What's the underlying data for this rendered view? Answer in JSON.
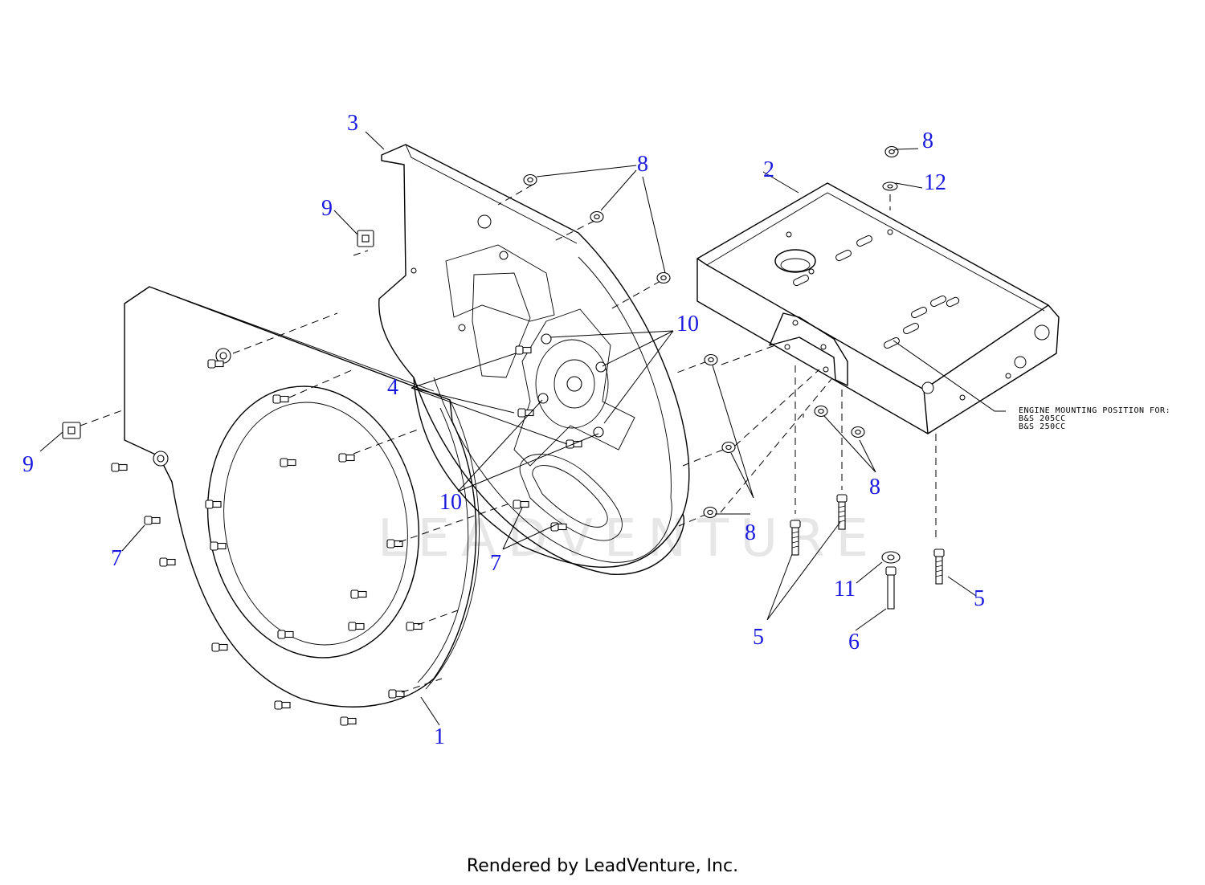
{
  "diagram": {
    "watermark": "LEADVENTURE",
    "accent_color": "#1a1adf",
    "line_color": "#000000",
    "engine_note": [
      "ENGINE MOUNTING POSITION FOR:",
      "B&S 205CC",
      "B&S 250CC"
    ],
    "callouts": {
      "c1": "1",
      "c2": "2",
      "c3": "3",
      "c4": "4",
      "c5a": "5",
      "c5b": "5",
      "c6": "6",
      "c7a": "7",
      "c7b": "7",
      "c8a": "8",
      "c8b": "8",
      "c8c": "8",
      "c8d": "8",
      "c9a": "9",
      "c9b": "9",
      "c10a": "10",
      "c10b": "10",
      "c11": "11",
      "c12": "12"
    }
  },
  "footer": {
    "text": "Rendered by LeadVenture, Inc."
  }
}
